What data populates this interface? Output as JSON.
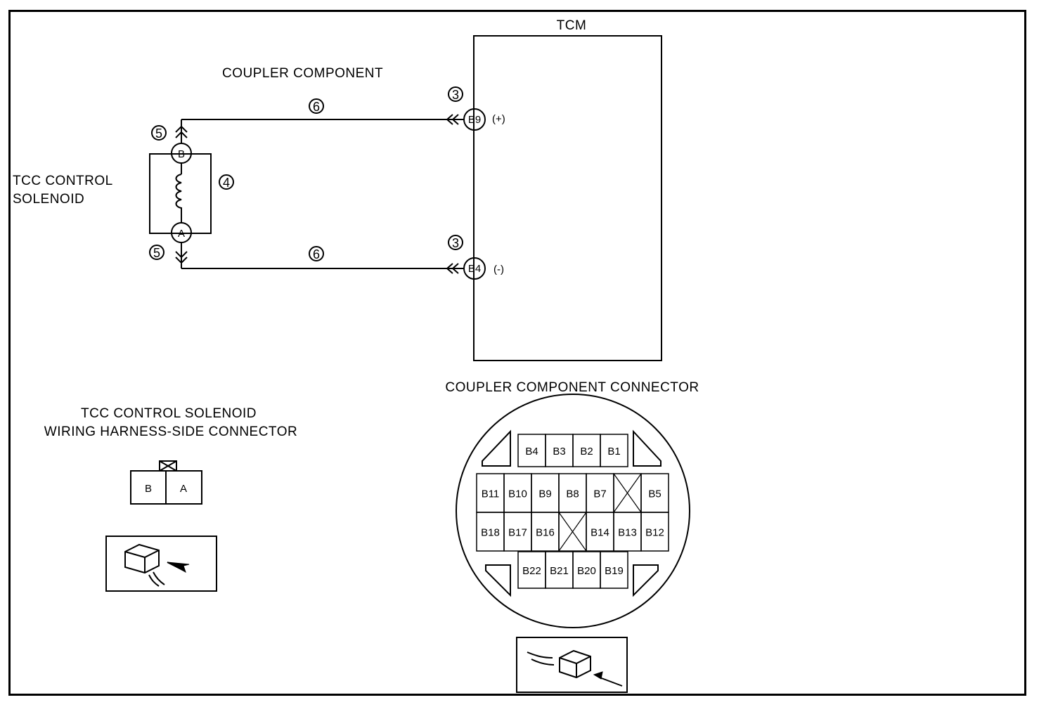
{
  "tcm_label": "TCM",
  "coupler_component_label": "COUPLER COMPONENT",
  "solenoid_label": [
    "TCC CONTROL",
    "SOLENOID"
  ],
  "terminals": {
    "b9": "B9",
    "b9_polarity": "(+)",
    "b4": "B4",
    "b4_polarity": "(-)",
    "sol_b": "B",
    "sol_a": "A"
  },
  "callouts": {
    "wire_top": "6",
    "wire_bottom": "6",
    "tcm_top": "3",
    "tcm_bottom": "3",
    "sol_top": "5",
    "sol_bottom": "5",
    "coil": "4"
  },
  "harness_connector": {
    "title": [
      "TCC CONTROL SOLENOID",
      "WIRING HARNESS-SIDE CONNECTOR"
    ],
    "pins": [
      "B",
      "A"
    ]
  },
  "coupler_connector": {
    "title": "COUPLER COMPONENT CONNECTOR",
    "row1": [
      "B4",
      "B3",
      "B2",
      "B1"
    ],
    "row2": [
      "B11",
      "B10",
      "B9",
      "B8",
      "B7",
      "",
      "B5"
    ],
    "row3": [
      "B18",
      "B17",
      "B16",
      "",
      "B14",
      "B13",
      "B12"
    ],
    "row4": [
      "B22",
      "B21",
      "B20",
      "B19"
    ]
  }
}
